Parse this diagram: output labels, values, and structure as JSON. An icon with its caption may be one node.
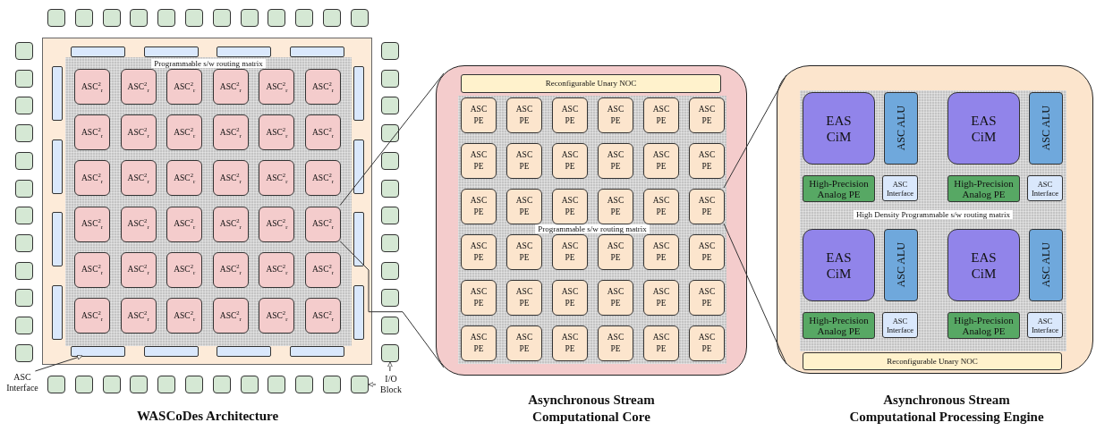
{
  "diagram": {
    "nodes": [
      {
        "text": [],
        "shape": "box"
      },
      {
        "text": [
          "Programmable s/w routing matrix"
        ],
        "in": 0
      },
      {
        "text": [
          "ASC$^{2}$$_{r}$"
        ],
        "in": 1
      },
      {
        "text": [
          "ASC$^{2}$$_{r}$"
        ],
        "in": 1
      },
      {
        "text": [
          "ASC$^{2}$$_{r}$"
        ],
        "in": 1
      },
      {
        "text": [
          "ASC$^{2}$$_{r}$"
        ],
        "in": 1
      },
      {
        "text": [
          "ASC$^{2}$$_{r}$"
        ],
        "in": 1
      },
      {
        "text": [
          "ASC$^{2}$$_{r}$"
        ],
        "in": 1
      },
      {
        "text": [
          "ASC$^{2}$$_{r}$"
        ],
        "in": 1
      },
      {
        "text": [
          "ASC$^{2}$$_{r}$"
        ],
        "in": 1
      },
      {
        "text": [
          "ASC$^{2}$$_{r}$"
        ],
        "in": 1
      },
      {
        "text": [
          "ASC$^{2}$$_{r}$"
        ],
        "in": 1
      },
      {
        "text": [
          "ASC$^{2}$$_{r}$"
        ],
        "in": 1
      },
      {
        "text": [
          "ASC$^{2}$$_{r}$"
        ],
        "in": 1
      },
      {
        "text": [
          "ASC$^{2}$$_{r}$"
        ],
        "in": 1
      },
      {
        "text": [
          "ASC$^{2}$$_{r}$"
        ],
        "in": 1
      },
      {
        "text": [
          "ASC$^{2}$$_{r}$"
        ],
        "in": 1
      },
      {
        "text": [
          "ASC$^{2}$$_{r}$"
        ],
        "in": 1
      },
      {
        "text": [
          "ASC$^{2}$$_{r}$"
        ],
        "in": 1
      },
      {
        "text": [
          "ASC$^{2}$$_{r}$"
        ],
        "in": 1
      },
      {
        "text": [
          "ASC$^{2}$$_{r}$"
        ],
        "in": 1
      },
      {
        "text": [
          "ASC$^{2}$$_{r}$"
        ],
        "in": 1
      },
      {
        "text": [
          "ASC$^{2}$$_{r}$"
        ],
        "in": 1
      },
      {
        "text": [
          "ASC$^{2}$$_{r}$"
        ],
        "in": 1
      },
      {
        "text": [
          "ASC$^{2}$$_{r}$"
        ],
        "in": 1
      },
      {
        "text": [
          "ASC$^{2}$$_{r}$"
        ],
        "in": 1
      },
      {
        "text": [
          "ASC$^{2}$$_{r}$"
        ],
        "in": 1
      },
      {
        "text": [
          "ASC$^{2}$$_{r}$"
        ],
        "in": 1
      },
      {
        "text": [
          "ASC$^{2}$$_{r}$"
        ],
        "in": 1
      },
      {
        "text": [
          "ASC$^{2}$$_{r}$"
        ],
        "in": 1
      },
      {
        "text": [
          "ASC$^{2}$$_{r}$"
        ],
        "in": 1
      },
      {
        "text": [
          "ASC$^{2}$$_{r}$"
        ],
        "in": 1
      },
      {
        "text": [
          "ASC$^{2}$$_{r}$"
        ],
        "in": 1
      },
      {
        "text": [
          "ASC$^{2}$$_{r}$"
        ],
        "in": 1
      },
      {
        "text": [
          "ASC$^{2}$$_{r}$"
        ],
        "in": 1
      },
      {
        "text": [
          "ASC$^{2}$$_{r}$"
        ],
        "in": 1
      },
      {
        "text": [
          "ASC$^{2}$$_{r}$"
        ],
        "in": 1
      },
      {
        "text": [
          "ASC$^{2}$$_{r}$"
        ],
        "in": 1
      },
      {
        "text": [],
        "shape": "bar",
        "in": 0
      },
      {
        "text": [],
        "shape": "bar",
        "in": 0
      },
      {
        "text": [],
        "shape": "bar",
        "in": 0
      },
      {
        "text": [],
        "shape": "bar",
        "in": 0
      },
      {
        "text": [],
        "shape": "bar",
        "in": 0
      },
      {
        "text": [],
        "shape": "bar",
        "in": 0
      },
      {
        "text": [],
        "shape": "bar",
        "in": 0
      },
      {
        "text": [],
        "shape": "bar",
        "in": 0
      },
      {
        "text": [],
        "shape": "bar",
        "in": 0
      },
      {
        "text": [],
        "shape": "bar",
        "in": 0
      },
      {
        "text": [],
        "shape": "bar",
        "in": 0
      },
      {
        "text": [],
        "shape": "bar",
        "in": 0
      },
      {
        "text": [],
        "shape": "bar",
        "in": 0
      },
      {
        "text": [],
        "shape": "bar",
        "in": 0
      },
      {
        "text": [],
        "shape": "bar",
        "in": 0
      },
      {
        "text": [],
        "shape": "bar",
        "in": 0
      },
      {
        "text": [],
        "shape": "box"
      },
      {
        "text": [],
        "shape": "box"
      },
      {
        "text": [],
        "shape": "box"
      },
      {
        "text": [],
        "shape": "box"
      },
      {
        "text": [],
        "shape": "box"
      },
      {
        "text": [],
        "shape": "box"
      },
      {
        "text": [],
        "shape": "box"
      },
      {
        "text": [],
        "shape": "box"
      },
      {
        "text": [],
        "shape": "box"
      },
      {
        "text": [],
        "shape": "box"
      },
      {
        "text": [],
        "shape": "box"
      },
      {
        "text": [],
        "shape": "box"
      },
      {
        "text": [],
        "shape": "box"
      },
      {
        "text": [],
        "shape": "box"
      },
      {
        "text": [],
        "shape": "box"
      },
      {
        "text": [],
        "shape": "box"
      },
      {
        "text": [],
        "shape": "box"
      },
      {
        "text": [],
        "shape": "box"
      },
      {
        "text": [],
        "shape": "box"
      },
      {
        "text": [],
        "shape": "box"
      },
      {
        "text": [],
        "shape": "box"
      },
      {
        "text": [],
        "shape": "box"
      },
      {
        "text": [],
        "shape": "box"
      },
      {
        "text": [],
        "shape": "box"
      },
      {
        "text": [],
        "shape": "box"
      },
      {
        "text": [],
        "shape": "box"
      },
      {
        "text": [],
        "shape": "box"
      },
      {
        "text": [],
        "shape": "box"
      },
      {
        "text": [],
        "shape": "box"
      },
      {
        "text": [],
        "shape": "box"
      },
      {
        "text": [],
        "shape": "box"
      },
      {
        "text": [],
        "shape": "box"
      },
      {
        "text": [],
        "shape": "box"
      },
      {
        "text": [],
        "shape": "box"
      },
      {
        "text": [],
        "shape": "box"
      },
      {
        "text": [],
        "shape": "box"
      },
      {
        "text": [],
        "shape": "box"
      },
      {
        "text": [],
        "shape": "box"
      },
      {
        "text": [],
        "shape": "box"
      },
      {
        "text": [],
        "shape": "box"
      },
      {
        "text": [],
        "shape": "box"
      },
      {
        "text": [],
        "shape": "box"
      },
      {
        "text": [],
        "shape": "box"
      },
      {
        "text": [],
        "shape": "box"
      },
      {
        "text": [],
        "shape": "box"
      },
      {
        "text": [],
        "shape": "box"
      },
      {
        "text": [],
        "shape": "box"
      },
      {
        "text": [],
        "shape": "box"
      },
      {
        "text": [
          "ASC Interface"
        ]
      },
      {
        "text": [
          "I/O Block"
        ]
      },
      {
        "text": [],
        "shape": "box"
      },
      {
        "text": [
          "Reconfigurable Unary NOC"
        ],
        "in": 104
      },
      {
        "text": [
          "Programmable s/w routing matrix"
        ],
        "in": 104
      },
      {
        "text": [
          "ASC PE"
        ],
        "in": 106
      },
      {
        "text": [
          "ASC PE"
        ],
        "in": 106
      },
      {
        "text": [
          "ASC PE"
        ],
        "in": 106
      },
      {
        "text": [
          "ASC PE"
        ],
        "in": 106
      },
      {
        "text": [
          "ASC PE"
        ],
        "in": 106
      },
      {
        "text": [
          "ASC PE"
        ],
        "in": 106
      },
      {
        "text": [
          "ASC PE"
        ],
        "in": 106
      },
      {
        "text": [
          "ASC PE"
        ],
        "in": 106
      },
      {
        "text": [
          "ASC PE"
        ],
        "in": 106
      },
      {
        "text": [
          "ASC PE"
        ],
        "in": 106
      },
      {
        "text": [
          "ASC PE"
        ],
        "in": 106
      },
      {
        "text": [
          "ASC PE"
        ],
        "in": 106
      },
      {
        "text": [
          "ASC PE"
        ],
        "in": 106
      },
      {
        "text": [
          "ASC PE"
        ],
        "in": 106
      },
      {
        "text": [
          "ASC PE"
        ],
        "in": 106
      },
      {
        "text": [
          "ASC PE"
        ],
        "in": 106
      },
      {
        "text": [
          "ASC PE"
        ],
        "in": 106
      },
      {
        "text": [
          "ASC PE"
        ],
        "in": 106
      },
      {
        "text": [
          "ASC PE"
        ],
        "in": 106
      },
      {
        "text": [
          "ASC PE"
        ],
        "in": 106
      },
      {
        "text": [
          "ASC PE"
        ],
        "in": 106
      },
      {
        "text": [
          "ASC PE"
        ],
        "in": 106
      },
      {
        "text": [
          "ASC PE"
        ],
        "in": 106
      },
      {
        "text": [
          "ASC PE"
        ],
        "in": 106
      },
      {
        "text": [
          "ASC PE"
        ],
        "in": 106
      },
      {
        "text": [
          "ASC PE"
        ],
        "in": 106
      },
      {
        "text": [
          "ASC PE"
        ],
        "in": 106
      },
      {
        "text": [
          "ASC PE"
        ],
        "in": 106
      },
      {
        "text": [
          "ASC PE"
        ],
        "in": 106
      },
      {
        "text": [
          "ASC PE"
        ],
        "in": 106
      },
      {
        "text": [
          "ASC PE"
        ],
        "in": 106
      },
      {
        "text": [
          "ASC PE"
        ],
        "in": 106
      },
      {
        "text": [
          "ASC PE"
        ],
        "in": 106
      },
      {
        "text": [
          "ASC PE"
        ],
        "in": 106
      },
      {
        "text": [
          "ASC PE"
        ],
        "in": 106
      },
      {
        "text": [
          "ASC PE"
        ],
        "in": 106
      },
      {
        "text": [],
        "shape": "box"
      },
      {
        "text": [
          "High Density Programmable s/w routing matrix"
        ],
        "in": 143
      },
      {
        "text": [
          "EAS CiM"
        ],
        "in": 144
      },
      {
        "text": [
          "ASC ALU"
        ],
        "in": 144
      },
      {
        "text": [
          "High-Precision Analog PE"
        ],
        "in": 144
      },
      {
        "text": [
          "ASC Interface"
        ],
        "in": 144
      },
      {
        "text": [
          "EAS CiM"
        ],
        "in": 144
      },
      {
        "text": [
          "ASC ALU"
        ],
        "in": 144
      },
      {
        "text": [
          "High-Precision Analog PE"
        ],
        "in": 144
      },
      {
        "text": [
          "ASC Interface"
        ],
        "in": 144
      },
      {
        "text": [
          "EAS CiM"
        ],
        "in": 144
      },
      {
        "text": [
          "ASC ALU"
        ],
        "in": 144
      },
      {
        "text": [
          "High-Precision Analog PE"
        ],
        "in": 144
      },
      {
        "text": [
          "ASC Interface"
        ],
        "in": 144
      },
      {
        "text": [
          "EAS CiM"
        ],
        "in": 144
      },
      {
        "text": [
          "ASC ALU"
        ],
        "in": 144
      },
      {
        "text": [
          "High-Precision Analog PE"
        ],
        "in": 144
      },
      {
        "text": [
          "ASC Interface"
        ],
        "in": 144
      },
      {
        "text": [
          "Reconfigurable Unary NOC"
        ],
        "in": 143
      }
    ],
    "edges": [
      {
        "from": 102,
        "to": 50,
        "arrow": "to"
      },
      {
        "from": 103,
        "to": 89,
        "arrow": "to"
      },
      {
        "from": 103,
        "to": 101,
        "arrow": "to"
      },
      {
        "from": 25,
        "to": 104,
        "arrow": "none"
      },
      {
        "from": 25,
        "to": 104,
        "arrow": "none"
      },
      {
        "from": 124,
        "to": 143,
        "arrow": "none"
      },
      {
        "from": 124,
        "to": 143,
        "arrow": "none"
      }
    ],
    "labels": [
      "WASCoDes Architecture",
      "Asynchronous Stream Computational Core",
      "Asynchronous Stream Computational Processing Engine"
    ]
  }
}
